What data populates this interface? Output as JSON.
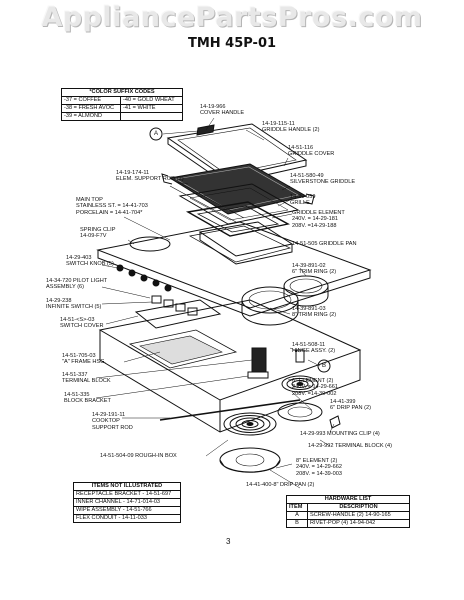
{
  "watermark": "AppliancePartsPros.com",
  "model": "TMH 45P-01",
  "color_codes": {
    "title": "*COLOR SUFFIX CODES",
    "rows": [
      [
        "-37 = COFFEE",
        "-40 = GOLD WHEAT"
      ],
      [
        "-38 = FRESH AVOC",
        "-41 = WHITE"
      ],
      [
        "-39 = ALMOND",
        ""
      ]
    ]
  },
  "callouts": {
    "a": "A",
    "b": "B"
  },
  "labels": {
    "cover_handle": [
      "14-19-966",
      "COVER HANDLE"
    ],
    "griddle_handle": [
      "14-19-115-11",
      "GRIDDLE HANDLE (2)"
    ],
    "griddle_cover": [
      "14-51-116",
      "GRIDDLE COVER"
    ],
    "silverstone": [
      "14-51-580-49",
      "SILVERSTONE GRIDDLE"
    ],
    "elem_support": [
      "14-19-174-11",
      "ELEM. SUPPORT ROD (2)"
    ],
    "grille": [
      "14-29-059",
      "GRILLE"
    ],
    "main_top": [
      "MAIN TOP",
      "STAINLESS ST. = 14-41-703",
      "PORCELAIN = 14-41-704*"
    ],
    "griddle_element": [
      "GRIDDLE ELEMENT",
      "240V. = 14-29-181",
      "208V. =14-29-188"
    ],
    "spring_clip": [
      "SPRING CLIP",
      "14-09-F7V"
    ],
    "griddle_pan": [
      "14-51-505 GRIDDLE PAN"
    ],
    "switch_knob": [
      "14-29-403",
      "SWITCH KNOB (5)"
    ],
    "trim_ring6": [
      "14-39-891-02",
      "6\" TRIM RING (2)"
    ],
    "pilot_light": [
      "14-34-720 PILOT LIGHT",
      "ASSEMBLY (6)"
    ],
    "infinite_switch": [
      "14-29-238",
      "INFINITE SWITCH (5)"
    ],
    "trim_ring8": [
      "14-39-891-03",
      "8\" TRIM RING (2)"
    ],
    "switch_cover": [
      "14-51-<S>-03",
      "SWITCH COVER"
    ],
    "hinge_assy": [
      "14-51-508-11",
      "HINGE ASSY. (2)"
    ],
    "frame_hsg": [
      "14-51-705-03",
      "\"A\" FRAME HSG."
    ],
    "terminal_block": [
      "14-51-337",
      "TERMINAL BLOCK"
    ],
    "element6": [
      "6\" ELEMENT (2)",
      "240V. = 14-29-661",
      "208V. =14-39-002"
    ],
    "block_bracket": [
      "14-51-335",
      "BLOCK BRACKET"
    ],
    "drip_pan6": [
      "14-41-399",
      "6\" DRIP PAN (2)"
    ],
    "cooktop_rod": [
      "14-29-191-11",
      "COOKTOP",
      "SUPPORT ROD"
    ],
    "mounting_clip": [
      "14-29-993 MOUNTING CLIP (4)"
    ],
    "terminal_block4": [
      "14-29-992 TERMINAL BLOCK (4)"
    ],
    "rough_in": [
      "14-51-504-09 ROUGH-IN BOX"
    ],
    "element8": [
      "8\" ELEMENT (2)",
      "240V. = 14-29-662",
      "208V. = 14-39-003"
    ],
    "drip_pan8": [
      "14-41-400-8\" DRIP PAN (2)"
    ]
  },
  "not_illustrated": {
    "title": "ITEMS NOT ILLUSTRATED",
    "rows": [
      "RECEPTACLE BRACKET - 14-51-697",
      "INNER CHANNEL - 14-71-014-03",
      "WIPE ASSEMBLY - 14-51-766",
      "FLEX CONDUIT - 14-11-033"
    ]
  },
  "hardware": {
    "title": "HARDWARE LIST",
    "col_item": "ITEM",
    "col_desc": "DESCRIPTION",
    "rows": [
      [
        "A",
        "SCREW-HANDLE (2) 14-90-165"
      ],
      [
        "B",
        "RIVET-POP (4) 14-94-042"
      ]
    ]
  },
  "page_number": "3"
}
